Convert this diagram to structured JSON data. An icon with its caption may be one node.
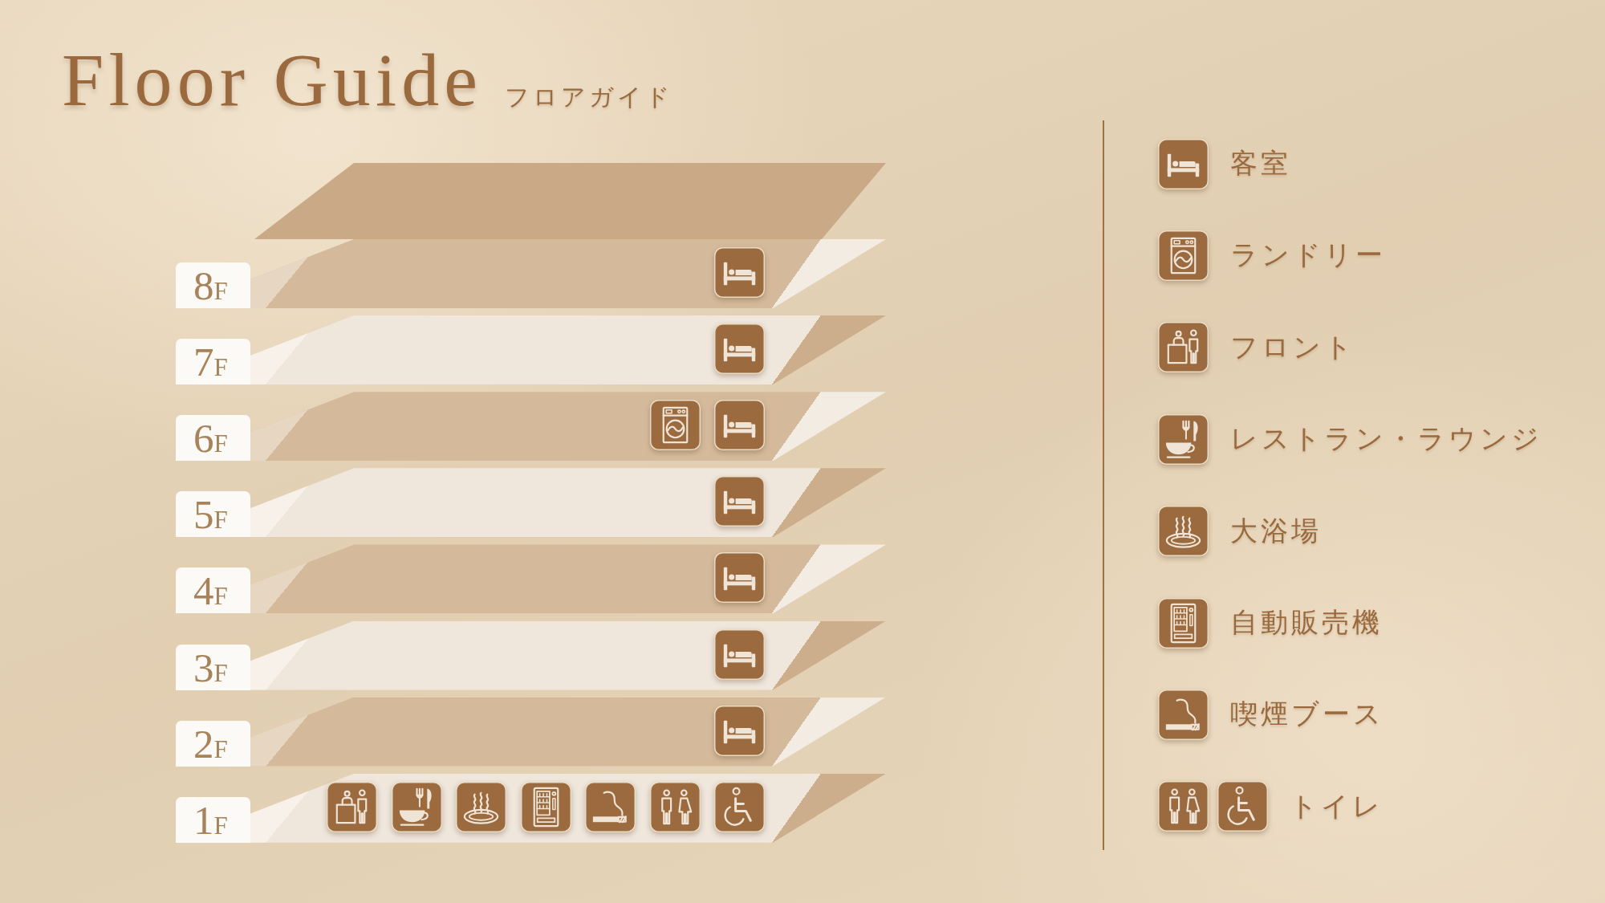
{
  "diagram": {
    "title": "Floor Guide",
    "nodes": [
      {
        "text": [],
        "shape": "parallelogram"
      },
      {
        "text": [
          "8F"
        ]
      },
      {
        "text": [],
        "shape": "picture",
        "in": 1
      },
      {
        "text": [
          "7F"
        ]
      },
      {
        "text": [],
        "shape": "picture",
        "in": 3
      },
      {
        "text": [
          "6F"
        ]
      },
      {
        "text": [],
        "shape": "picture",
        "in": 5
      },
      {
        "text": [],
        "shape": "picture",
        "in": 5
      },
      {
        "text": [
          "5F"
        ]
      },
      {
        "text": [],
        "shape": "picture",
        "in": 8
      },
      {
        "text": [
          "4F"
        ]
      },
      {
        "text": [],
        "shape": "picture",
        "in": 10
      },
      {
        "text": [
          "3F"
        ]
      },
      {
        "text": [],
        "shape": "picture",
        "in": 12
      },
      {
        "text": [
          "2F"
        ]
      },
      {
        "text": [],
        "shape": "picture",
        "in": 14
      },
      {
        "text": [
          "1F"
        ]
      },
      {
        "text": [],
        "shape": "picture",
        "in": 16
      },
      {
        "text": [],
        "shape": "picture",
        "in": 16
      },
      {
        "text": [],
        "shape": "picture",
        "in": 16
      },
      {
        "text": [],
        "shape": "picture",
        "in": 16
      },
      {
        "text": [],
        "shape": "picture",
        "in": 16
      },
      {
        "text": [],
        "shape": "picture",
        "in": 16
      },
      {
        "text": [],
        "shape": "picture",
        "in": 16
      }
    ],
    "labels": [
      "フロアガイド"
    ],
    "legend": [
      {
        "text": "客室"
      },
      {
        "text": "ランドリー"
      },
      {
        "text": "フロント"
      },
      {
        "text": "レストラン・ラウンジ"
      },
      {
        "text": "大浴場"
      },
      {
        "text": "自動販売機"
      },
      {
        "text": "喫煙ブース"
      },
      {
        "text": "トイレ"
      }
    ]
  }
}
